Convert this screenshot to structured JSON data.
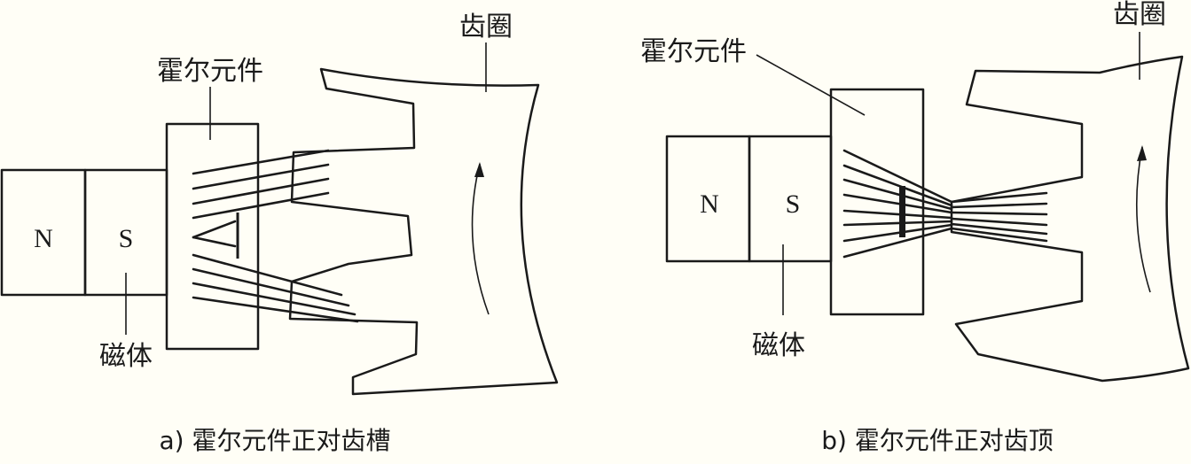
{
  "panel_a": {
    "magnet_n": "N",
    "magnet_s": "S",
    "label_hall": "霍尔元件",
    "label_gear": "齿圈",
    "label_magnet": "磁体",
    "caption": "a) 霍尔元件正对齿槽"
  },
  "panel_b": {
    "magnet_n": "N",
    "magnet_s": "S",
    "label_hall": "霍尔元件",
    "label_gear": "齿圈",
    "label_magnet": "磁体",
    "caption": "b) 霍尔元件正对齿顶"
  }
}
